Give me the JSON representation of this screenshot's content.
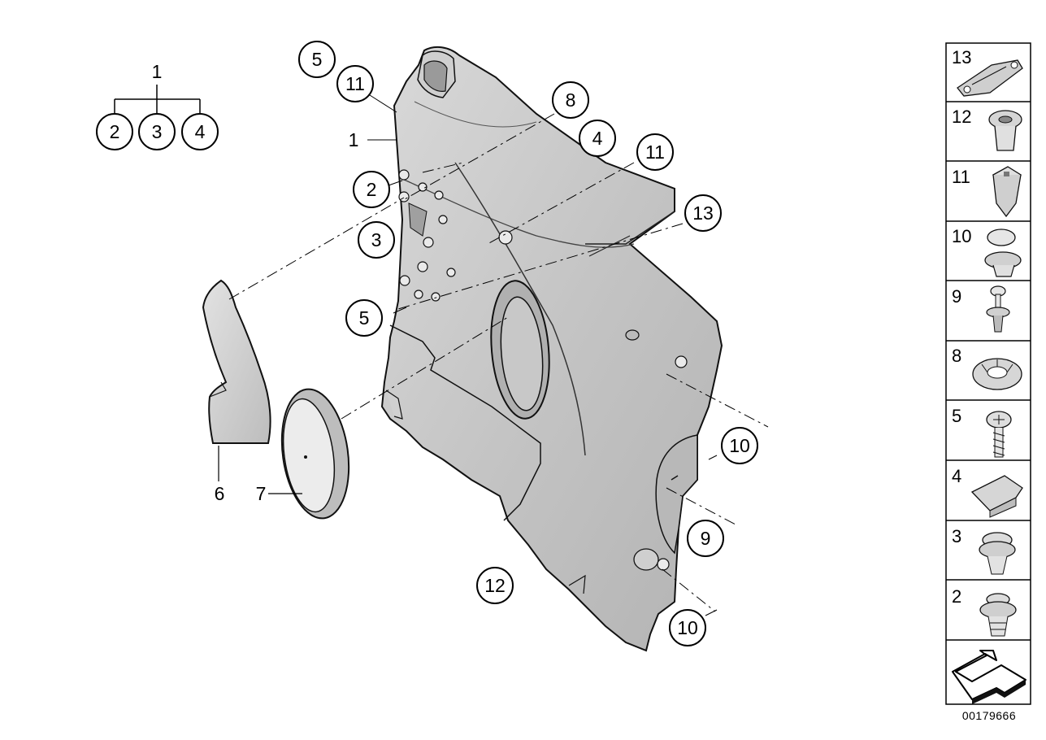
{
  "diagram": {
    "group_label": "1",
    "group_children": [
      "2",
      "3",
      "4"
    ],
    "callouts": [
      {
        "id": "c5a",
        "label": "5"
      },
      {
        "id": "c11a",
        "label": "11"
      },
      {
        "id": "c8",
        "label": "8"
      },
      {
        "id": "c4",
        "label": "4"
      },
      {
        "id": "c11b",
        "label": "11"
      },
      {
        "id": "c2",
        "label": "2"
      },
      {
        "id": "c13",
        "label": "13"
      },
      {
        "id": "c3",
        "label": "3"
      },
      {
        "id": "c5b",
        "label": "5"
      },
      {
        "id": "c10a",
        "label": "10"
      },
      {
        "id": "c9",
        "label": "9"
      },
      {
        "id": "c12",
        "label": "12"
      },
      {
        "id": "c10b",
        "label": "10"
      }
    ],
    "plain_labels": [
      {
        "id": "p1",
        "label": "1"
      },
      {
        "id": "p6",
        "label": "6"
      },
      {
        "id": "p7",
        "label": "7"
      }
    ]
  },
  "legend": {
    "items": [
      {
        "label": "13",
        "icon": "panel-clip-icon"
      },
      {
        "label": "12",
        "icon": "expanding-nut-icon"
      },
      {
        "label": "11",
        "icon": "square-nut-icon"
      },
      {
        "label": "10",
        "icon": "cap-clip-icon"
      },
      {
        "label": "9",
        "icon": "push-rivet-icon"
      },
      {
        "label": "8",
        "icon": "speed-nut-icon"
      },
      {
        "label": "5",
        "icon": "screw-icon"
      },
      {
        "label": "4",
        "icon": "spring-clip-icon"
      },
      {
        "label": "3",
        "icon": "expanding-rivet-icon"
      },
      {
        "label": "2",
        "icon": "fir-tree-clip-icon"
      }
    ],
    "arrow_icon": "direction-arrow-icon"
  },
  "reference_number": "00179666"
}
